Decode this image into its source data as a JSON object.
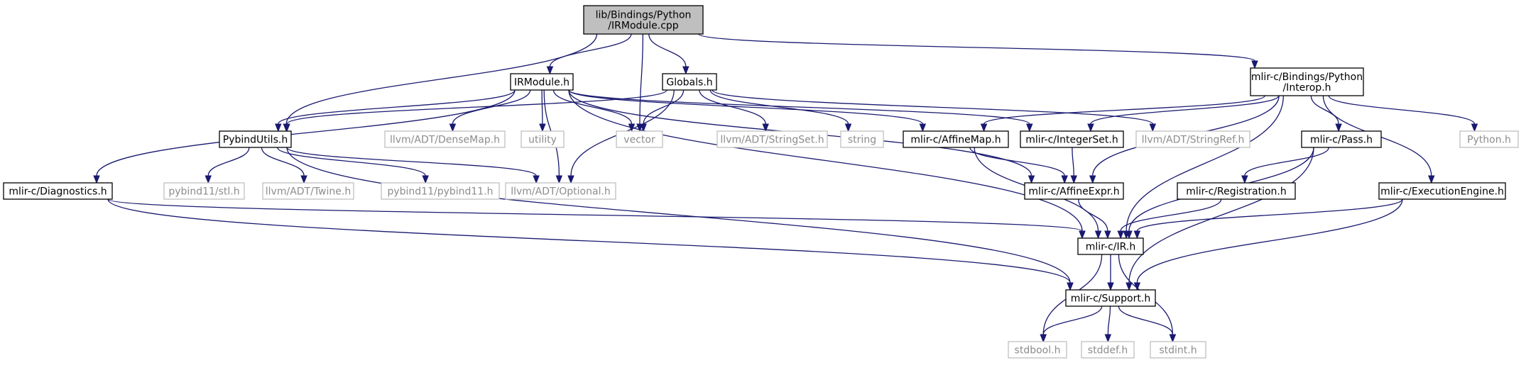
{
  "colors": {
    "edge": "#191970",
    "root_fill": "#bfbfbf",
    "ext_border": "#bfbfbf",
    "ext_text": "#8c8c8c"
  },
  "nodes": {
    "root": [
      "lib/Bindings/Python",
      "/IRModule.cpp"
    ],
    "irmodule_h": [
      "IRModule.h"
    ],
    "globals_h": [
      "Globals.h"
    ],
    "interop_h": [
      "mlir-c/Bindings/Python",
      "/Interop.h"
    ],
    "pybindutils_h": [
      "PybindUtils.h"
    ],
    "vector": [
      "vector"
    ],
    "diagnostics_h": [
      "mlir-c/Diagnostics.h"
    ],
    "densemap_h": [
      "llvm/ADT/DenseMap.h"
    ],
    "utility": [
      "utility"
    ],
    "stringset_h": [
      "llvm/ADT/StringSet.h"
    ],
    "string": [
      "string"
    ],
    "affinemap_h": [
      "mlir-c/AffineMap.h"
    ],
    "integerset_h": [
      "mlir-c/IntegerSet.h"
    ],
    "stringref_h": [
      "llvm/ADT/StringRef.h"
    ],
    "pass_h": [
      "mlir-c/Pass.h"
    ],
    "python_h": [
      "Python.h"
    ],
    "pybind_stl_h": [
      "pybind11/stl.h"
    ],
    "twine_h": [
      "llvm/ADT/Twine.h"
    ],
    "pybind_h": [
      "pybind11/pybind11.h"
    ],
    "optional_h": [
      "llvm/ADT/Optional.h"
    ],
    "affineexpr_h": [
      "mlir-c/AffineExpr.h"
    ],
    "registration_h": [
      "mlir-c/Registration.h"
    ],
    "executionengine_h": [
      "mlir-c/ExecutionEngine.h"
    ],
    "ir_h": [
      "mlir-c/IR.h"
    ],
    "support_h": [
      "mlir-c/Support.h"
    ],
    "stdbool_h": [
      "stdbool.h"
    ],
    "stddef_h": [
      "stddef.h"
    ],
    "stdint_h": [
      "stdint.h"
    ]
  },
  "edges": [
    [
      "root",
      "irmodule_h"
    ],
    [
      "root",
      "globals_h"
    ],
    [
      "root",
      "interop_h"
    ],
    [
      "root",
      "pybindutils_h"
    ],
    [
      "root",
      "vector"
    ],
    [
      "irmodule_h",
      "pybindutils_h"
    ],
    [
      "irmodule_h",
      "diagnostics_h"
    ],
    [
      "irmodule_h",
      "densemap_h"
    ],
    [
      "irmodule_h",
      "utility"
    ],
    [
      "irmodule_h",
      "vector"
    ],
    [
      "irmodule_h",
      "optional_h"
    ],
    [
      "irmodule_h",
      "affinemap_h"
    ],
    [
      "irmodule_h",
      "integerset_h"
    ],
    [
      "irmodule_h",
      "affineexpr_h"
    ],
    [
      "irmodule_h",
      "ir_h"
    ],
    [
      "globals_h",
      "pybindutils_h"
    ],
    [
      "globals_h",
      "vector"
    ],
    [
      "globals_h",
      "stringset_h"
    ],
    [
      "globals_h",
      "string"
    ],
    [
      "globals_h",
      "stringref_h"
    ],
    [
      "globals_h",
      "optional_h"
    ],
    [
      "interop_h",
      "affinemap_h"
    ],
    [
      "interop_h",
      "integerset_h"
    ],
    [
      "interop_h",
      "pass_h"
    ],
    [
      "interop_h",
      "python_h"
    ],
    [
      "interop_h",
      "affineexpr_h"
    ],
    [
      "interop_h",
      "ir_h"
    ],
    [
      "interop_h",
      "executionengine_h"
    ],
    [
      "pybindutils_h",
      "pybind_stl_h"
    ],
    [
      "pybindutils_h",
      "twine_h"
    ],
    [
      "pybindutils_h",
      "pybind_h"
    ],
    [
      "pybindutils_h",
      "optional_h"
    ],
    [
      "pybindutils_h",
      "support_h"
    ],
    [
      "diagnostics_h",
      "ir_h"
    ],
    [
      "diagnostics_h",
      "support_h"
    ],
    [
      "affinemap_h",
      "affineexpr_h"
    ],
    [
      "affinemap_h",
      "ir_h"
    ],
    [
      "integerset_h",
      "affineexpr_h"
    ],
    [
      "pass_h",
      "registration_h"
    ],
    [
      "pass_h",
      "ir_h"
    ],
    [
      "pass_h",
      "support_h"
    ],
    [
      "affineexpr_h",
      "ir_h"
    ],
    [
      "registration_h",
      "ir_h"
    ],
    [
      "executionengine_h",
      "ir_h"
    ],
    [
      "executionengine_h",
      "support_h"
    ],
    [
      "ir_h",
      "support_h"
    ],
    [
      "ir_h",
      "stdbool_h"
    ],
    [
      "ir_h",
      "stdint_h"
    ],
    [
      "support_h",
      "stdbool_h"
    ],
    [
      "support_h",
      "stddef_h"
    ],
    [
      "support_h",
      "stdint_h"
    ]
  ]
}
